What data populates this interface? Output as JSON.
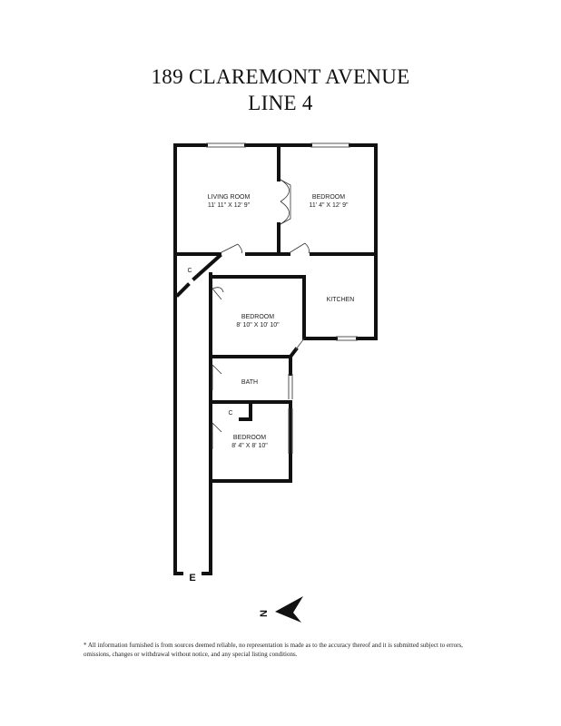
{
  "header": {
    "title_line1": "189 CLAREMONT AVENUE",
    "title_line2": "LINE 4"
  },
  "rooms": {
    "living_room": {
      "name": "LIVING ROOM",
      "dims": "11' 11\" X 12' 9\""
    },
    "bedroom_1": {
      "name": "BEDROOM",
      "dims": "11' 4\" X 12' 9\""
    },
    "kitchen": {
      "name": "KITCHEN"
    },
    "bedroom_2": {
      "name": "BEDROOM",
      "dims": "8' 10\" X 10' 10\""
    },
    "bath": {
      "name": "BATH"
    },
    "bedroom_3": {
      "name": "BEDROOM",
      "dims": "8' 4\" X 8' 10\""
    }
  },
  "closets": {
    "closet_hall": "C",
    "closet_bed3": "C"
  },
  "entrance": {
    "label": "E"
  },
  "compass": {
    "label": "N"
  },
  "disclaimer": "* All information furnished is from sources deemed reliable, no representation is made as to the accuracy thereof and it is submitted subject to errors, omissions, changes or withdrawal without notice, and any special listing conditions."
}
